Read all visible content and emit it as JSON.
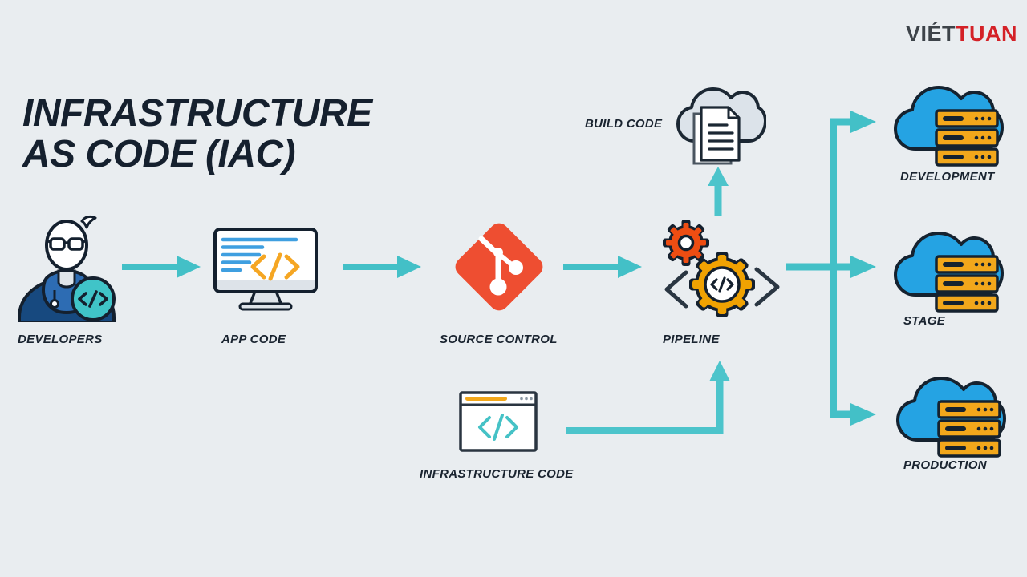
{
  "page": {
    "background": "#e9edf0"
  },
  "logo": {
    "part1": "VIÉT",
    "part2": "TUAN",
    "color_dark": "#3d4349",
    "color_red": "#d42127"
  },
  "title": {
    "line1": "INFRASTRUCTURE",
    "line2": "AS CODE (IAC)",
    "color": "#15202e"
  },
  "nodes": {
    "developers": {
      "label": "DEVELOPERS",
      "icon": "developer-person-code-badge"
    },
    "app_code": {
      "label": "APP CODE",
      "icon": "monitor-code"
    },
    "source_control": {
      "label": "SOURCE CONTROL",
      "icon": "git-diamond"
    },
    "pipeline": {
      "label": "PIPELINE",
      "icon": "gears-code-brackets"
    },
    "build_code": {
      "label": "BUILD CODE",
      "icon": "cloud-documents"
    },
    "infrastructure_code": {
      "label": "INFRASTRUCTURE CODE",
      "icon": "browser-window-code"
    },
    "development": {
      "label": "DEVELOPMENT",
      "icon": "cloud-servers"
    },
    "stage": {
      "label": "STAGE",
      "icon": "cloud-servers"
    },
    "production": {
      "label": "PRODUCTION",
      "icon": "cloud-servers"
    }
  },
  "colors": {
    "arrow_teal": "#43c0c7",
    "navy_outline": "#14202e",
    "git_orange": "#ee4e31",
    "cloud_blue": "#25a3e3",
    "server_yellow": "#f2a71b",
    "gear_red": "#ee4d12",
    "gear_yellow": "#f0a202",
    "badge_teal": "#40c4c8",
    "code_orange": "#f5a623",
    "code_line_blue": "#3f9fe0",
    "build_cloud_gray": "#dce3ea"
  }
}
